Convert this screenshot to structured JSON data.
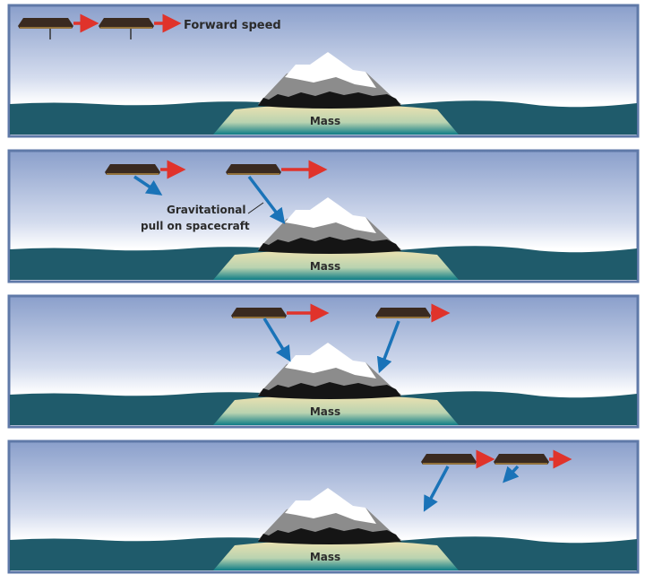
{
  "labels": {
    "forward_speed": "Forward speed",
    "mass": "Mass",
    "gravity_line1": "Gravitational",
    "gravity_line2": "pull on spacecraft"
  },
  "colors": {
    "frame": "#5f79a8",
    "sky_top": "#8a9fcb",
    "sky_bottom": "#ffffff",
    "water": "#1f5b6b",
    "sand": "#e9dca6",
    "speed_arrow": "#e0332b",
    "gravity_arrow": "#1a73b8",
    "panel_solar": "#3a2a20"
  },
  "panels": [
    {
      "step": 1,
      "show_mass_label": true
    },
    {
      "step": 2,
      "show_mass_label": true
    },
    {
      "step": 3,
      "show_mass_label": true
    },
    {
      "step": 4,
      "show_mass_label": true
    }
  ]
}
